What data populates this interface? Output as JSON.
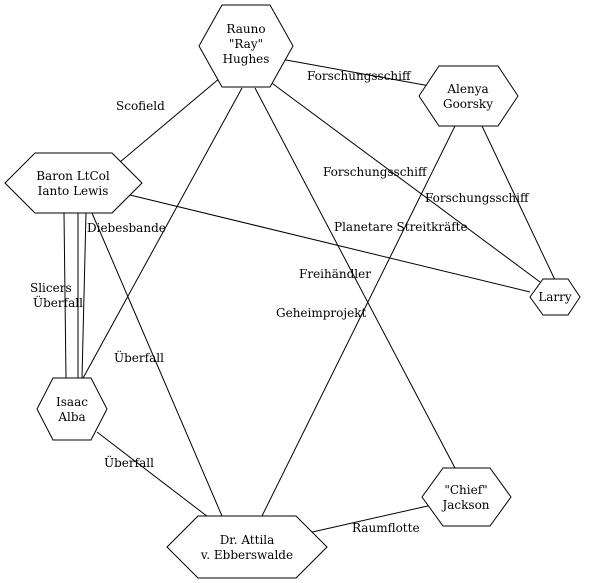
{
  "nodes": {
    "rauno": [
      "Rauno",
      "\"Ray\"",
      "Hughes"
    ],
    "alenya": [
      "Alenya",
      "Goorsky"
    ],
    "baron": [
      "Baron LtCol",
      "Ianto Lewis"
    ],
    "larry": [
      "Larry"
    ],
    "isaac": [
      "Isaac",
      "Alba"
    ],
    "chief": [
      "\"Chief\"",
      "Jackson"
    ],
    "attila": [
      "Dr. Attila",
      "v. Ebberswalde"
    ]
  },
  "edges": {
    "rauno_alenya": "Forschungsschiff",
    "baron_rauno": "Scofield",
    "rauno_larry": "Forschungsschiff",
    "alenya_larry": "Forschungsschiff",
    "baron_larry": "Planetare Streitkräfte",
    "rauno_chief": "Freihändler",
    "alenya_attila": "Geheimprojekt",
    "baron_isaac_a": "Diebesbande",
    "baron_isaac_b_line1": "Slicers",
    "baron_isaac_b_line2": "Überfall",
    "rauno_isaac": "Überfall",
    "isaac_attila": "Überfall",
    "chief_attila": "Raumflotte"
  }
}
